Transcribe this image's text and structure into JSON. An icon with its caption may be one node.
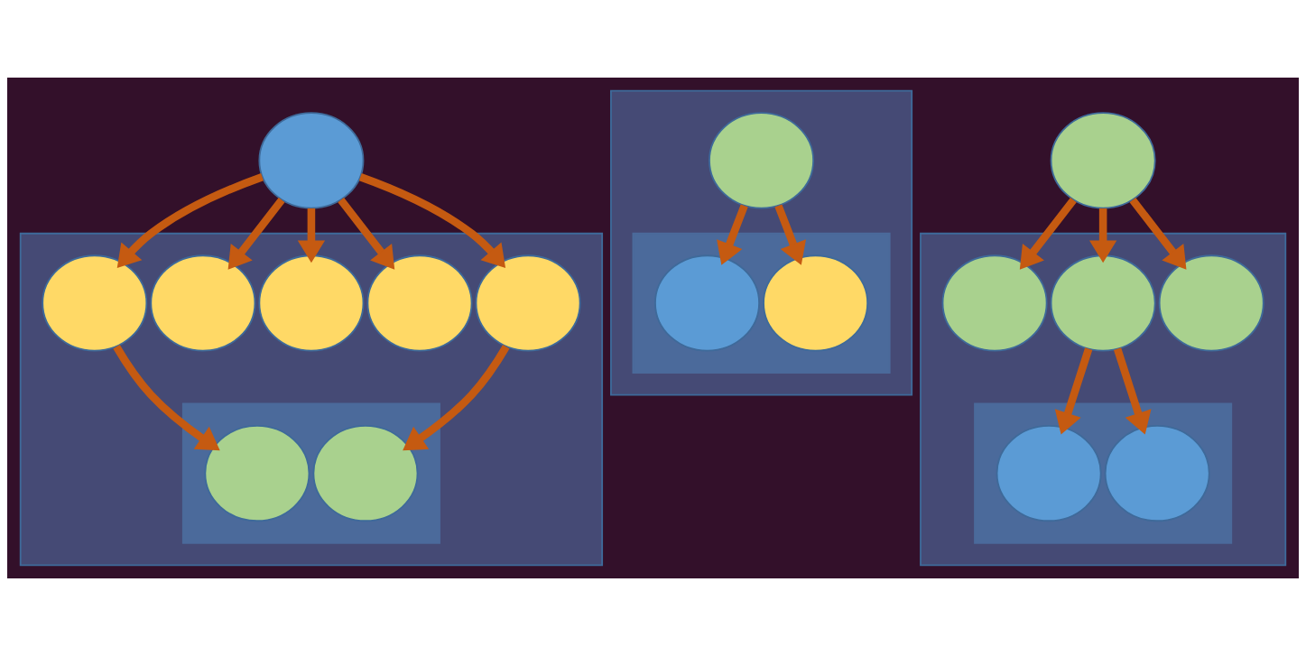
{
  "diagram": {
    "nodes": [
      {
        "text": [],
        "shape": "circle"
      },
      {
        "text": [],
        "shape": "box"
      },
      {
        "text": [],
        "shape": "circle",
        "in": 1
      },
      {
        "text": [],
        "shape": "circle",
        "in": 1
      },
      {
        "text": [],
        "shape": "circle",
        "in": 1
      },
      {
        "text": [],
        "shape": "circle",
        "in": 1
      },
      {
        "text": [],
        "shape": "circle",
        "in": 1
      },
      {
        "text": [],
        "shape": "box",
        "in": 1
      },
      {
        "text": [],
        "shape": "circle",
        "in": 7
      },
      {
        "text": [],
        "shape": "circle",
        "in": 7
      },
      {
        "text": [],
        "shape": "box"
      },
      {
        "text": [],
        "shape": "circle",
        "in": 10
      },
      {
        "text": [],
        "shape": "box",
        "in": 10
      },
      {
        "text": [],
        "shape": "circle",
        "in": 12
      },
      {
        "text": [],
        "shape": "circle",
        "in": 12
      },
      {
        "text": [],
        "shape": "circle"
      },
      {
        "text": [],
        "shape": "box"
      },
      {
        "text": [],
        "shape": "circle",
        "in": 16
      },
      {
        "text": [],
        "shape": "circle",
        "in": 16
      },
      {
        "text": [],
        "shape": "circle",
        "in": 16
      },
      {
        "text": [],
        "shape": "box",
        "in": 16
      },
      {
        "text": [],
        "shape": "circle",
        "in": 20
      },
      {
        "text": [],
        "shape": "circle",
        "in": 20
      }
    ],
    "edges": [
      {
        "from": 0,
        "to": 2,
        "arrow": "to"
      },
      {
        "from": 0,
        "to": 3,
        "arrow": "to"
      },
      {
        "from": 0,
        "to": 4,
        "arrow": "to"
      },
      {
        "from": 0,
        "to": 5,
        "arrow": "to"
      },
      {
        "from": 0,
        "to": 6,
        "arrow": "to"
      },
      {
        "from": 2,
        "to": 8,
        "arrow": "to"
      },
      {
        "from": 6,
        "to": 9,
        "arrow": "to"
      },
      {
        "from": 11,
        "to": 13,
        "arrow": "to"
      },
      {
        "from": 11,
        "to": 14,
        "arrow": "to"
      },
      {
        "from": 15,
        "to": 17,
        "arrow": "to"
      },
      {
        "from": 15,
        "to": 18,
        "arrow": "to"
      },
      {
        "from": 15,
        "to": 19,
        "arrow": "to"
      },
      {
        "from": 18,
        "to": 21,
        "arrow": "to"
      },
      {
        "from": 18,
        "to": 22,
        "arrow": "to"
      }
    ]
  }
}
